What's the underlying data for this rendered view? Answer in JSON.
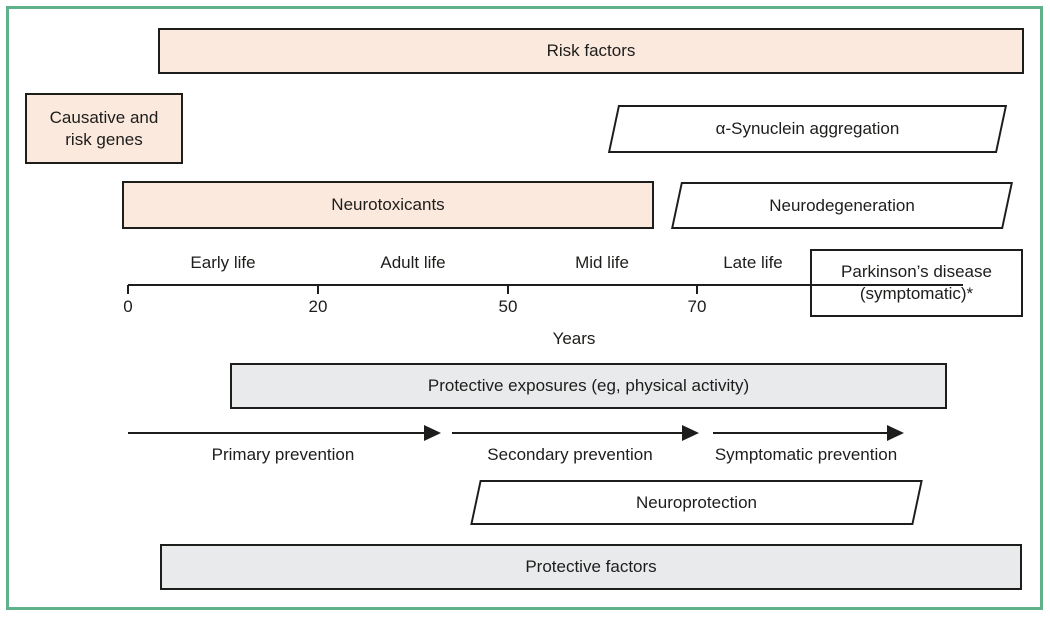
{
  "figure_title": "Parkinson's disease timeline diagram",
  "colors": {
    "frame_green": "#5fb189",
    "risk_pink": "#fce9dd",
    "protective_gray": "#e8eaec",
    "line_black": "#1d1d1b"
  },
  "boxes": {
    "risk_factors": "Risk factors",
    "causative_genes_line1": "Causative and",
    "causative_genes_line2": "risk genes",
    "alpha_synuclein": "α-Synuclein aggregation",
    "neurotoxicants": "Neurotoxicants",
    "neurodegeneration": "Neurodegeneration",
    "parkinsons_line1": "Parkinson’s disease",
    "parkinsons_line2": "(symptomatic)*",
    "protective_exposures": "Protective exposures (eg, physical activity)",
    "neuroprotection": "Neuroprotection",
    "protective_factors": "Protective factors"
  },
  "timeline": {
    "phases": [
      "Early life",
      "Adult life",
      "Mid life",
      "Late life"
    ],
    "ticks": [
      "0",
      "20",
      "50",
      "70"
    ],
    "axis_label": "Years"
  },
  "prevention_arrows": [
    "Primary prevention",
    "Secondary prevention",
    "Symptomatic prevention"
  ]
}
